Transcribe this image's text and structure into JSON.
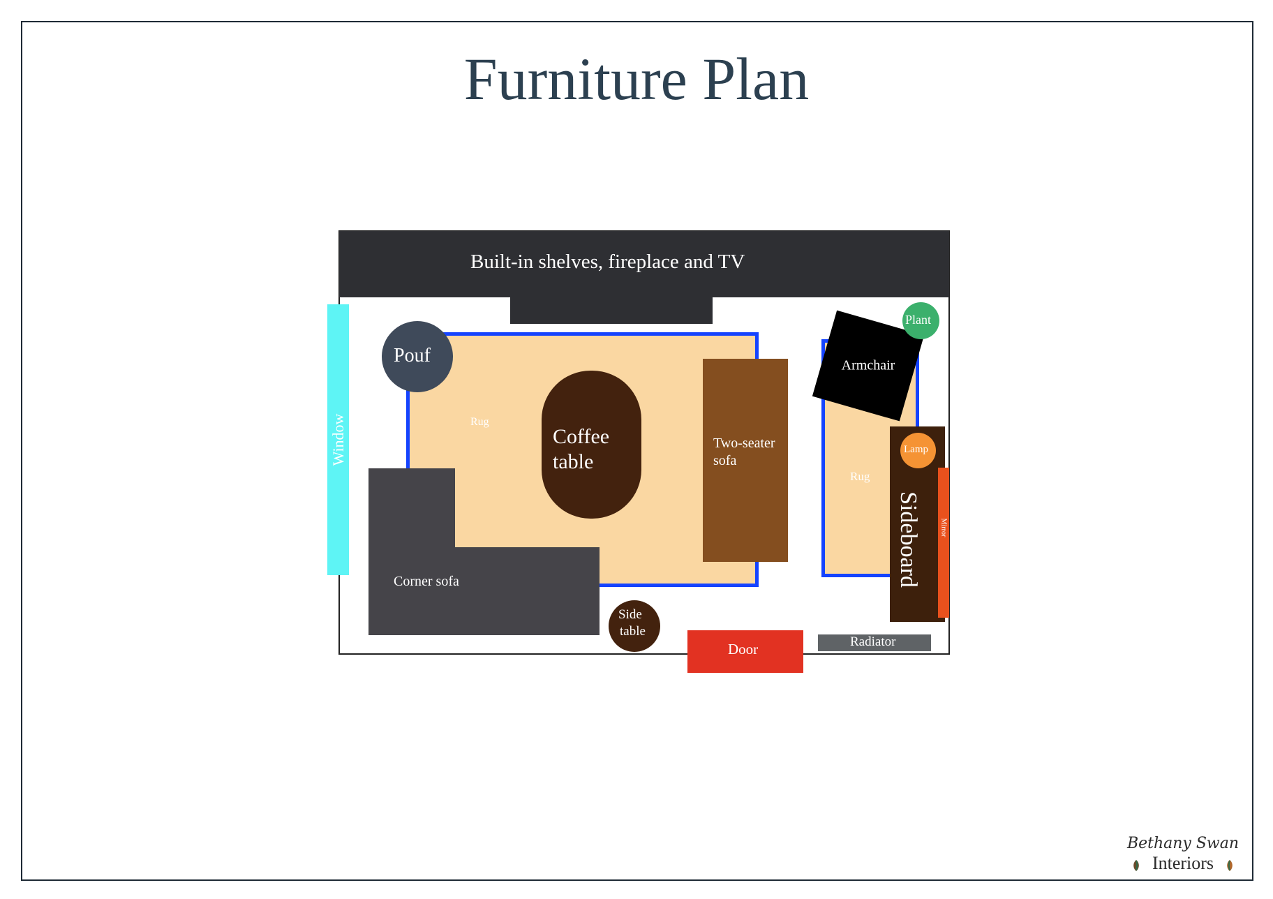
{
  "title": "Furniture Plan",
  "plan": {
    "shelves": "Built-in shelves, fireplace and TV",
    "window": "Window",
    "pouf": "Pouf",
    "rug_main": "Rug",
    "coffee_table": [
      "Coffee",
      "table"
    ],
    "two_seater_sofa": [
      "Two-seater",
      "sofa"
    ],
    "corner_sofa": "Corner sofa",
    "side_table": [
      "Side",
      "table"
    ],
    "door": "Door",
    "radiator": "Radiator",
    "armchair": "Armchair",
    "plant": "Plant",
    "rug_right": "Rug",
    "lamp": "Lamp",
    "sideboard": "Sideboard",
    "mirror": "Mirror"
  },
  "colors": {
    "rug": "#fad7a2",
    "rug_border": "#1443ff",
    "window": "#5ef4f5",
    "door": "#e23222",
    "plant": "#3bb06c",
    "lamp": "#f59334",
    "mirror": "#e9511d"
  },
  "logo": {
    "script": "Bethany Swan",
    "name": "Interiors"
  }
}
